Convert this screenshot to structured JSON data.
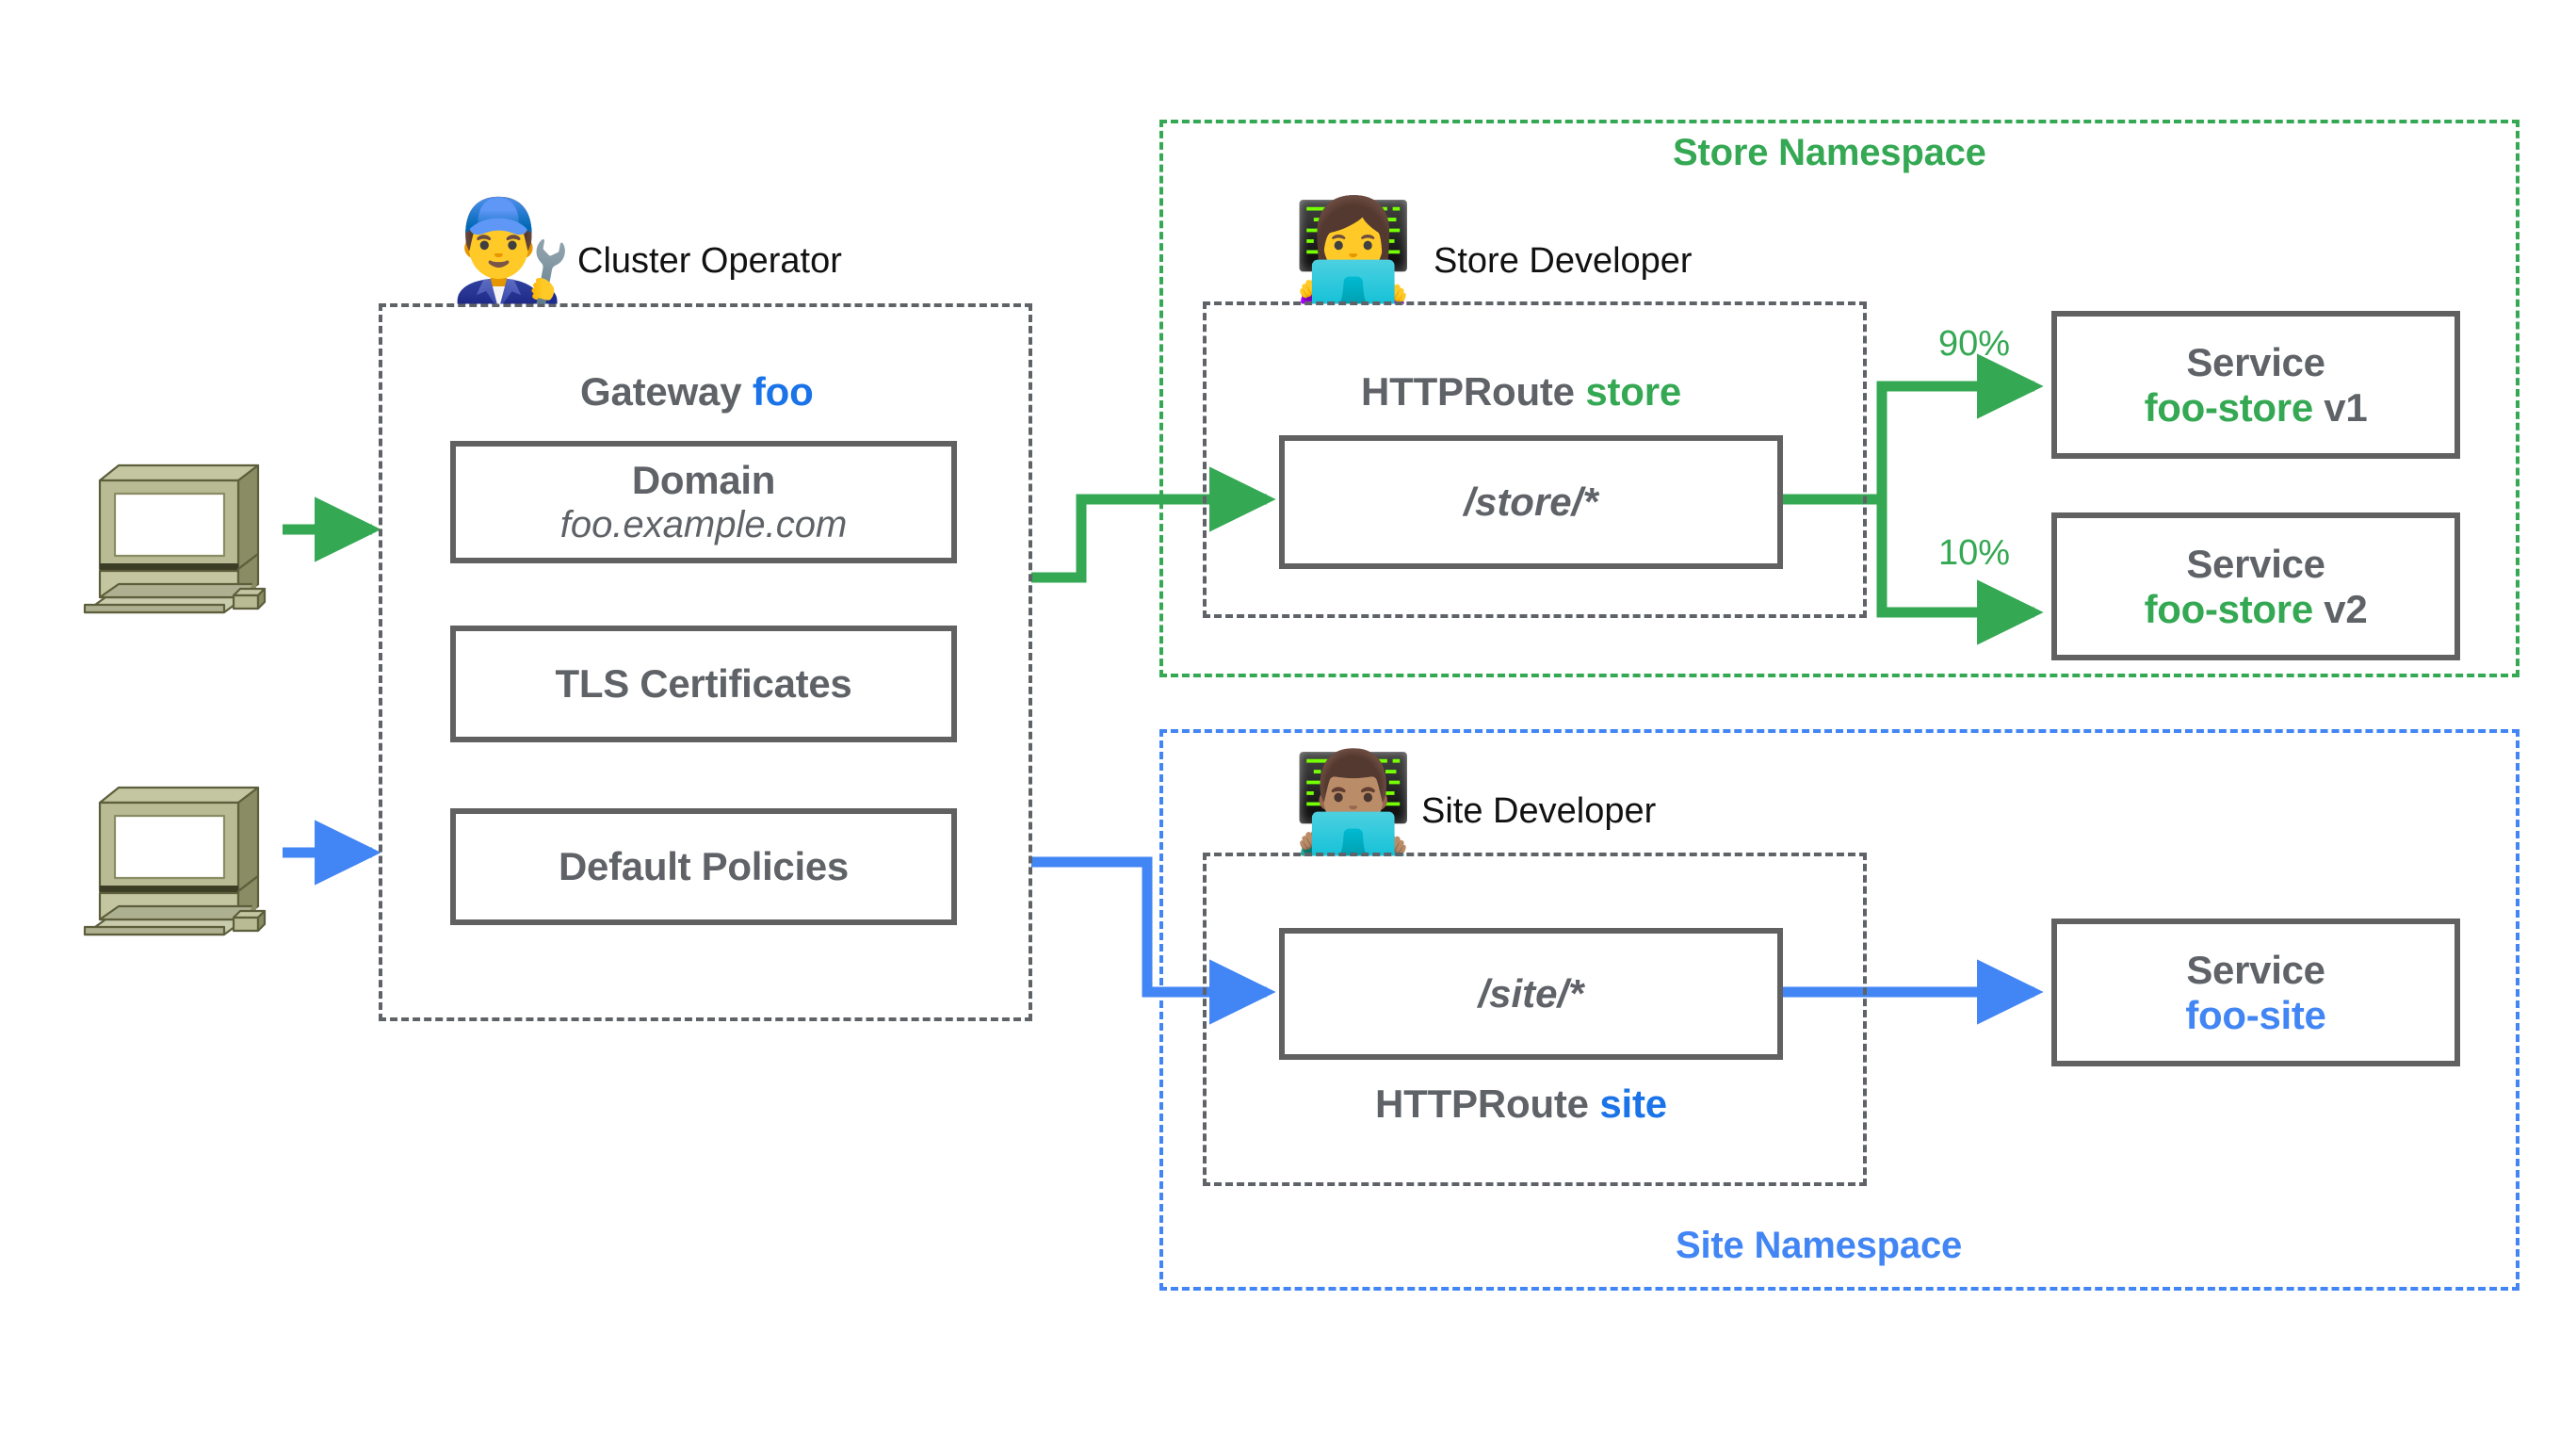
{
  "colors": {
    "green": "#34A853",
    "blue": "#4285F4",
    "accent_blue": "#1a73e8",
    "grey": "#5f6368",
    "box_border": "#616161"
  },
  "clients": [
    {
      "name": "client-computer-top",
      "flow_color": "#34A853"
    },
    {
      "name": "client-computer-bottom",
      "flow_color": "#4285F4"
    }
  ],
  "gateway": {
    "persona": {
      "label": "Cluster Operator",
      "emoji": "👨‍🔧"
    },
    "title_prefix": "Gateway",
    "title_name": "foo",
    "items": [
      {
        "title": "Domain",
        "subtitle": "foo.example.com"
      },
      {
        "title": "TLS Certificates",
        "subtitle": ""
      },
      {
        "title": "Default Policies",
        "subtitle": ""
      }
    ]
  },
  "store_namespace": {
    "label": "Store Namespace",
    "persona": {
      "label": "Store Developer",
      "emoji": "👩‍💻"
    },
    "route": {
      "title_prefix": "HTTPRoute",
      "title_name": "store",
      "title_position": "above",
      "path": "/store/*"
    },
    "backends": [
      {
        "weight": "90%",
        "title": "Service",
        "service_name": "foo-store",
        "version": "v1"
      },
      {
        "weight": "10%",
        "title": "Service",
        "service_name": "foo-store",
        "version": "v2"
      }
    ]
  },
  "site_namespace": {
    "label": "Site Namespace",
    "persona": {
      "label": "Site Developer",
      "emoji": "👨🏽‍💻"
    },
    "route": {
      "title_prefix": "HTTPRoute",
      "title_name": "site",
      "title_position": "below",
      "path": "/site/*"
    },
    "backends": [
      {
        "weight": "",
        "title": "Service",
        "service_name": "foo-site",
        "version": ""
      }
    ]
  }
}
